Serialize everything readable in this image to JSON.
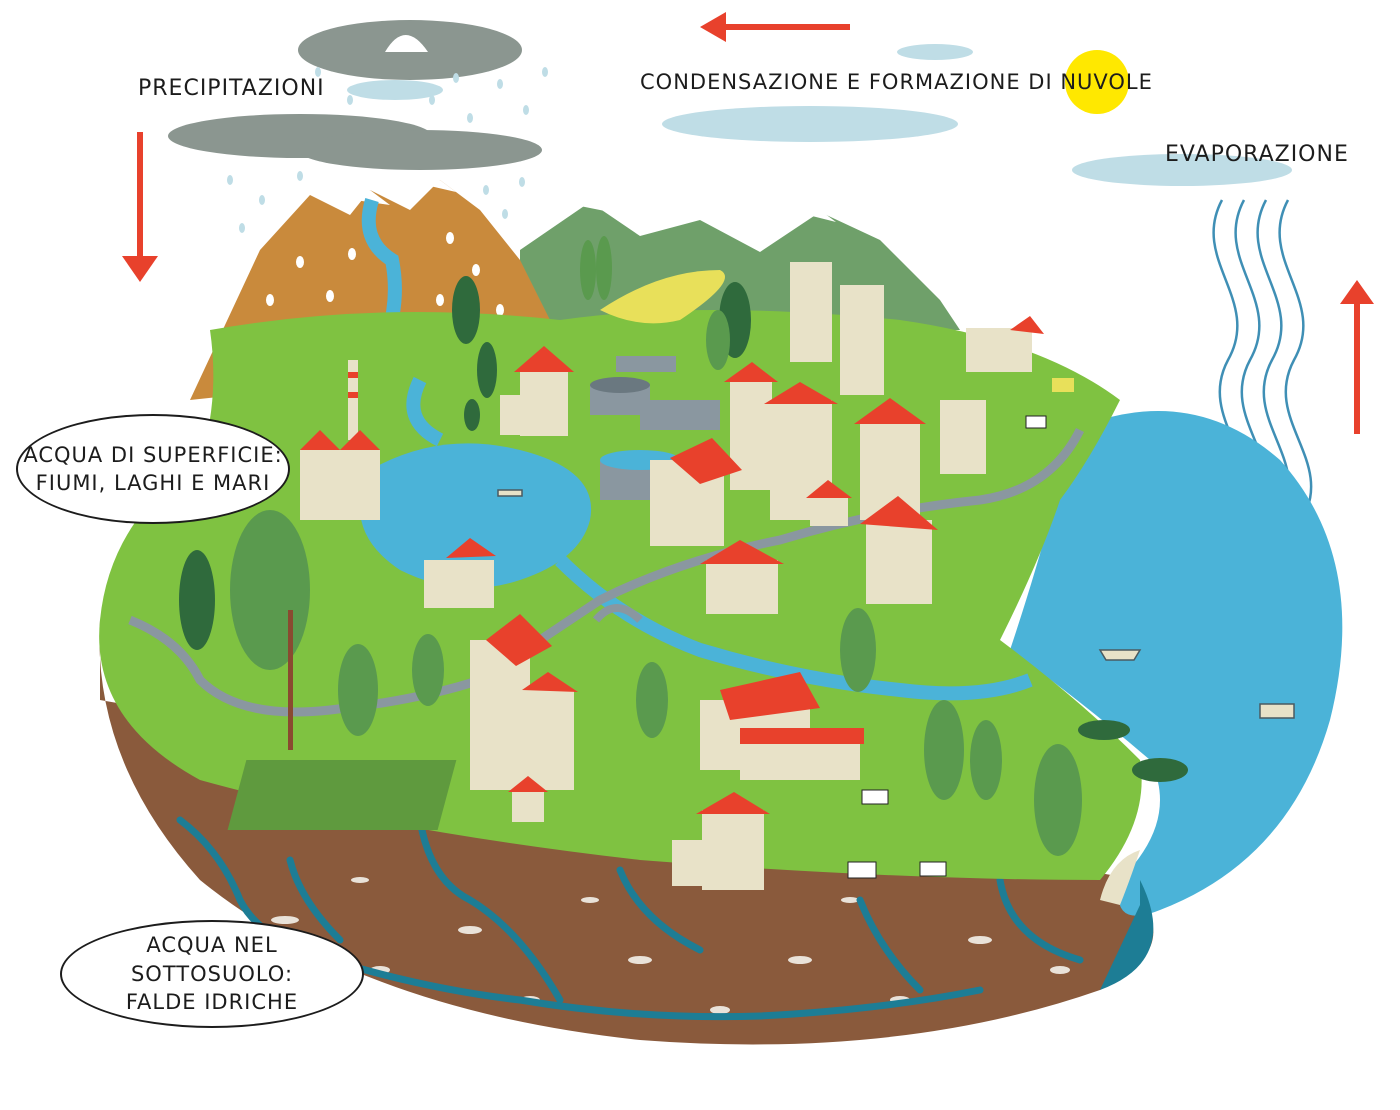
{
  "labels": {
    "precipitation": "PRECIPITAZIONI",
    "condensation": "CONDENSAZIONE E FORMAZIONE DI NUVOLE",
    "evaporation": "EVAPORAZIONE"
  },
  "bubbles": {
    "surface_water": {
      "line1": "ACQUA DI SUPERFICIE:",
      "line2": "FIUMI, LAGHI E MARI"
    },
    "groundwater": {
      "line1": "ACQUA NEL SOTTOSUOLO:",
      "line2": "FALDE IDRICHE"
    }
  },
  "colors": {
    "grass": "#7fc241",
    "soil": "#8a5a3c",
    "water": "#4bb3d8",
    "groundwater": "#1d7d95",
    "mountain": "#c98a3c",
    "green_mountain": "#6fa06a",
    "rain_cloud": "#8b9690",
    "light_cloud": "#bfdde6",
    "sun": "#ffe800",
    "arrow": "#e8412c"
  },
  "icons": {
    "sun": "sun-icon",
    "cloud": "cloud-icon",
    "arrow": "arrow-icon",
    "house": "house-icon",
    "tree": "tree-icon",
    "boat": "boat-icon",
    "cow": "cow-icon"
  }
}
